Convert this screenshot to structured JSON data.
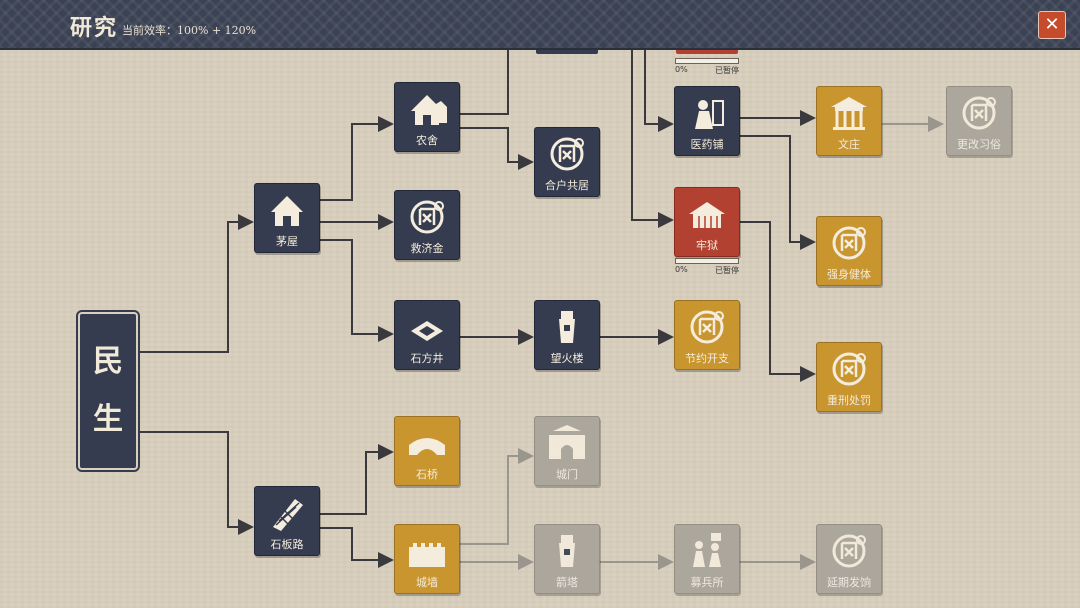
{
  "header": {
    "title": "研究",
    "efficiency": "当前效率：100% + 120%",
    "close_icon": "close-x-icon"
  },
  "root": {
    "chars": [
      "民",
      "生"
    ]
  },
  "colors": {
    "navy": "#353c4f",
    "gold": "#c9952f",
    "red": "#b34131",
    "grey": "#a8a39a",
    "close": "#c64a2c"
  },
  "nodes": {
    "nongshe": {
      "label": "农舍",
      "icon": "farmhouse-icon"
    },
    "hehu": {
      "label": "合户共居",
      "icon": "seal-icon"
    },
    "maowu": {
      "label": "茅屋",
      "icon": "thatched-hut-icon"
    },
    "jiujijin": {
      "label": "救济金",
      "icon": "seal-icon"
    },
    "shifangjing": {
      "label": "石方井",
      "icon": "stone-well-icon"
    },
    "wanghuolou": {
      "label": "望火楼",
      "icon": "watchtower-icon"
    },
    "jieyue": {
      "label": "节约开支",
      "icon": "seal-icon"
    },
    "yiyaopu": {
      "label": "医药铺",
      "icon": "pharmacy-icon"
    },
    "laoyu": {
      "label": "牢狱",
      "icon": "prison-icon"
    },
    "wenzhuang": {
      "label": "文庄",
      "icon": "pavilion-icon"
    },
    "gengai": {
      "label": "更改习俗",
      "icon": "seal-icon"
    },
    "qiangshen": {
      "label": "强身健体",
      "icon": "seal-icon"
    },
    "zhongxing": {
      "label": "重刑处罚",
      "icon": "seal-icon"
    },
    "shiqiao": {
      "label": "石桥",
      "icon": "stone-bridge-icon"
    },
    "chengmen": {
      "label": "城门",
      "icon": "city-gate-icon"
    },
    "shibanlu": {
      "label": "石板路",
      "icon": "stone-road-icon"
    },
    "chengqiang": {
      "label": "城墙",
      "icon": "city-wall-icon"
    },
    "jianta": {
      "label": "箭塔",
      "icon": "arrow-tower-icon"
    },
    "mubingsuo": {
      "label": "募兵所",
      "icon": "barracks-icon"
    },
    "yanqi": {
      "label": "延期发饷",
      "icon": "seal-icon"
    }
  },
  "progress": {
    "top": {
      "percent": "0%",
      "status": "已暂停",
      "value": 0
    },
    "laoyu": {
      "percent": "0%",
      "status": "已暂停",
      "value": 0
    }
  }
}
